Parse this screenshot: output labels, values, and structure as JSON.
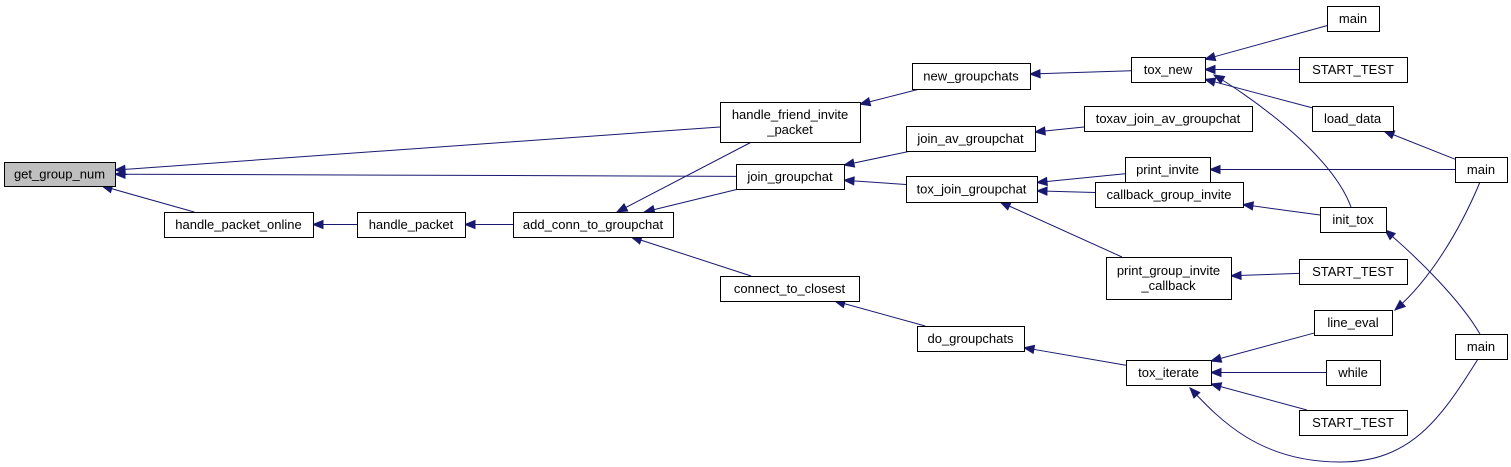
{
  "colors": {
    "edge": "#191970",
    "root_fill": "#bfbfbf",
    "node_fill": "#ffffff",
    "border": "#000000"
  },
  "nodes": [
    {
      "id": "get_group_num",
      "lines": [
        "get_group_num"
      ],
      "root": true
    },
    {
      "id": "handle_packet_online",
      "lines": [
        "handle_packet_online"
      ]
    },
    {
      "id": "handle_packet",
      "lines": [
        "handle_packet"
      ]
    },
    {
      "id": "add_conn_to_groupchat",
      "lines": [
        "add_conn_to_groupchat"
      ]
    },
    {
      "id": "handle_friend_invite_packet",
      "lines": [
        "handle_friend_invite",
        "_packet"
      ]
    },
    {
      "id": "join_groupchat",
      "lines": [
        "join_groupchat"
      ]
    },
    {
      "id": "connect_to_closest",
      "lines": [
        "connect_to_closest"
      ]
    },
    {
      "id": "new_groupchats",
      "lines": [
        "new_groupchats"
      ]
    },
    {
      "id": "join_av_groupchat",
      "lines": [
        "join_av_groupchat"
      ]
    },
    {
      "id": "tox_join_groupchat",
      "lines": [
        "tox_join_groupchat"
      ]
    },
    {
      "id": "do_groupchats",
      "lines": [
        "do_groupchats"
      ]
    },
    {
      "id": "tox_new",
      "lines": [
        "tox_new"
      ]
    },
    {
      "id": "toxav_join_av_groupchat",
      "lines": [
        "toxav_join_av_groupchat"
      ]
    },
    {
      "id": "print_invite",
      "lines": [
        "print_invite"
      ]
    },
    {
      "id": "callback_group_invite",
      "lines": [
        "callback_group_invite"
      ]
    },
    {
      "id": "print_group_invite_callback",
      "lines": [
        "print_group_invite",
        "_callback"
      ]
    },
    {
      "id": "tox_iterate",
      "lines": [
        "tox_iterate"
      ]
    },
    {
      "id": "main_1",
      "lines": [
        "main"
      ]
    },
    {
      "id": "start_test_1",
      "lines": [
        "START_TEST"
      ]
    },
    {
      "id": "load_data",
      "lines": [
        "load_data"
      ]
    },
    {
      "id": "init_tox",
      "lines": [
        "init_tox"
      ]
    },
    {
      "id": "start_test_2",
      "lines": [
        "START_TEST"
      ]
    },
    {
      "id": "line_eval",
      "lines": [
        "line_eval"
      ]
    },
    {
      "id": "while",
      "lines": [
        "while"
      ]
    },
    {
      "id": "start_test_3",
      "lines": [
        "START_TEST"
      ]
    },
    {
      "id": "main_2",
      "lines": [
        "main"
      ]
    },
    {
      "id": "main_3",
      "lines": [
        "main"
      ]
    }
  ],
  "edges": [
    {
      "from": "handle_packet_online",
      "to": "get_group_num"
    },
    {
      "from": "handle_friend_invite_packet",
      "to": "get_group_num"
    },
    {
      "from": "join_groupchat",
      "to": "get_group_num"
    },
    {
      "from": "handle_packet",
      "to": "handle_packet_online"
    },
    {
      "from": "add_conn_to_groupchat",
      "to": "handle_packet"
    },
    {
      "from": "handle_friend_invite_packet",
      "to": "add_conn_to_groupchat"
    },
    {
      "from": "join_groupchat",
      "to": "add_conn_to_groupchat"
    },
    {
      "from": "connect_to_closest",
      "to": "add_conn_to_groupchat"
    },
    {
      "from": "new_groupchats",
      "to": "handle_friend_invite_packet"
    },
    {
      "from": "join_av_groupchat",
      "to": "join_groupchat"
    },
    {
      "from": "tox_join_groupchat",
      "to": "join_groupchat"
    },
    {
      "from": "do_groupchats",
      "to": "connect_to_closest"
    },
    {
      "from": "tox_new",
      "to": "new_groupchats"
    },
    {
      "from": "toxav_join_av_groupchat",
      "to": "join_av_groupchat"
    },
    {
      "from": "print_invite",
      "to": "tox_join_groupchat"
    },
    {
      "from": "callback_group_invite",
      "to": "tox_join_groupchat"
    },
    {
      "from": "print_group_invite_callback",
      "to": "tox_join_groupchat"
    },
    {
      "from": "tox_iterate",
      "to": "do_groupchats"
    },
    {
      "from": "main_1",
      "to": "tox_new"
    },
    {
      "from": "start_test_1",
      "to": "tox_new"
    },
    {
      "from": "load_data",
      "to": "tox_new"
    },
    {
      "from": "init_tox",
      "to": "tox_new"
    },
    {
      "from": "main_2",
      "to": "print_invite"
    },
    {
      "from": "init_tox",
      "to": "callback_group_invite"
    },
    {
      "from": "start_test_2",
      "to": "print_group_invite_callback"
    },
    {
      "from": "line_eval",
      "to": "tox_iterate"
    },
    {
      "from": "while",
      "to": "tox_iterate"
    },
    {
      "from": "start_test_3",
      "to": "tox_iterate"
    },
    {
      "from": "main_3",
      "to": "tox_iterate"
    },
    {
      "from": "main_2",
      "to": "load_data"
    },
    {
      "from": "main_3",
      "to": "init_tox"
    },
    {
      "from": "main_2",
      "to": "line_eval"
    }
  ]
}
